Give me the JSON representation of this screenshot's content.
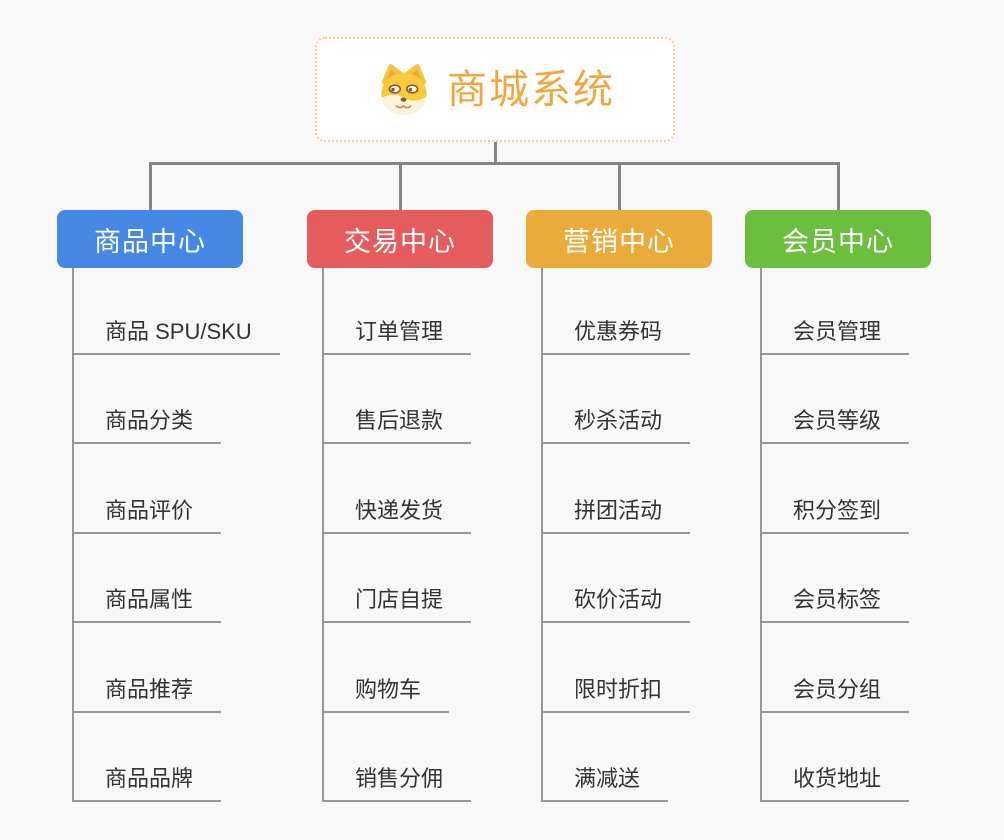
{
  "diagram": {
    "background": "#f8f8f8",
    "connector_color": "#858585",
    "child_line_color": "#979797",
    "child_text_color": "#333333",
    "root": {
      "title": "商城系统",
      "icon": "dog-face-icon",
      "text_color": "#f0a83e",
      "border_color": "#f6ce8c",
      "background": "#ffffff"
    },
    "branches": [
      {
        "label": "商品中心",
        "color": "#4589e4",
        "children": [
          "商品 SPU/SKU",
          "商品分类",
          "商品评价",
          "商品属性",
          "商品推荐",
          "商品品牌"
        ]
      },
      {
        "label": "交易中心",
        "color": "#e45c5c",
        "children": [
          "订单管理",
          "售后退款",
          "快递发货",
          "门店自提",
          "购物车",
          "销售分佣"
        ]
      },
      {
        "label": "营销中心",
        "color": "#ebab3b",
        "children": [
          "优惠券码",
          "秒杀活动",
          "拼团活动",
          "砍价活动",
          "限时折扣",
          "满减送"
        ]
      },
      {
        "label": "会员中心",
        "color": "#6cbe3f",
        "children": [
          "会员管理",
          "会员等级",
          "积分签到",
          "会员标签",
          "会员分组",
          "收货地址"
        ]
      }
    ]
  }
}
